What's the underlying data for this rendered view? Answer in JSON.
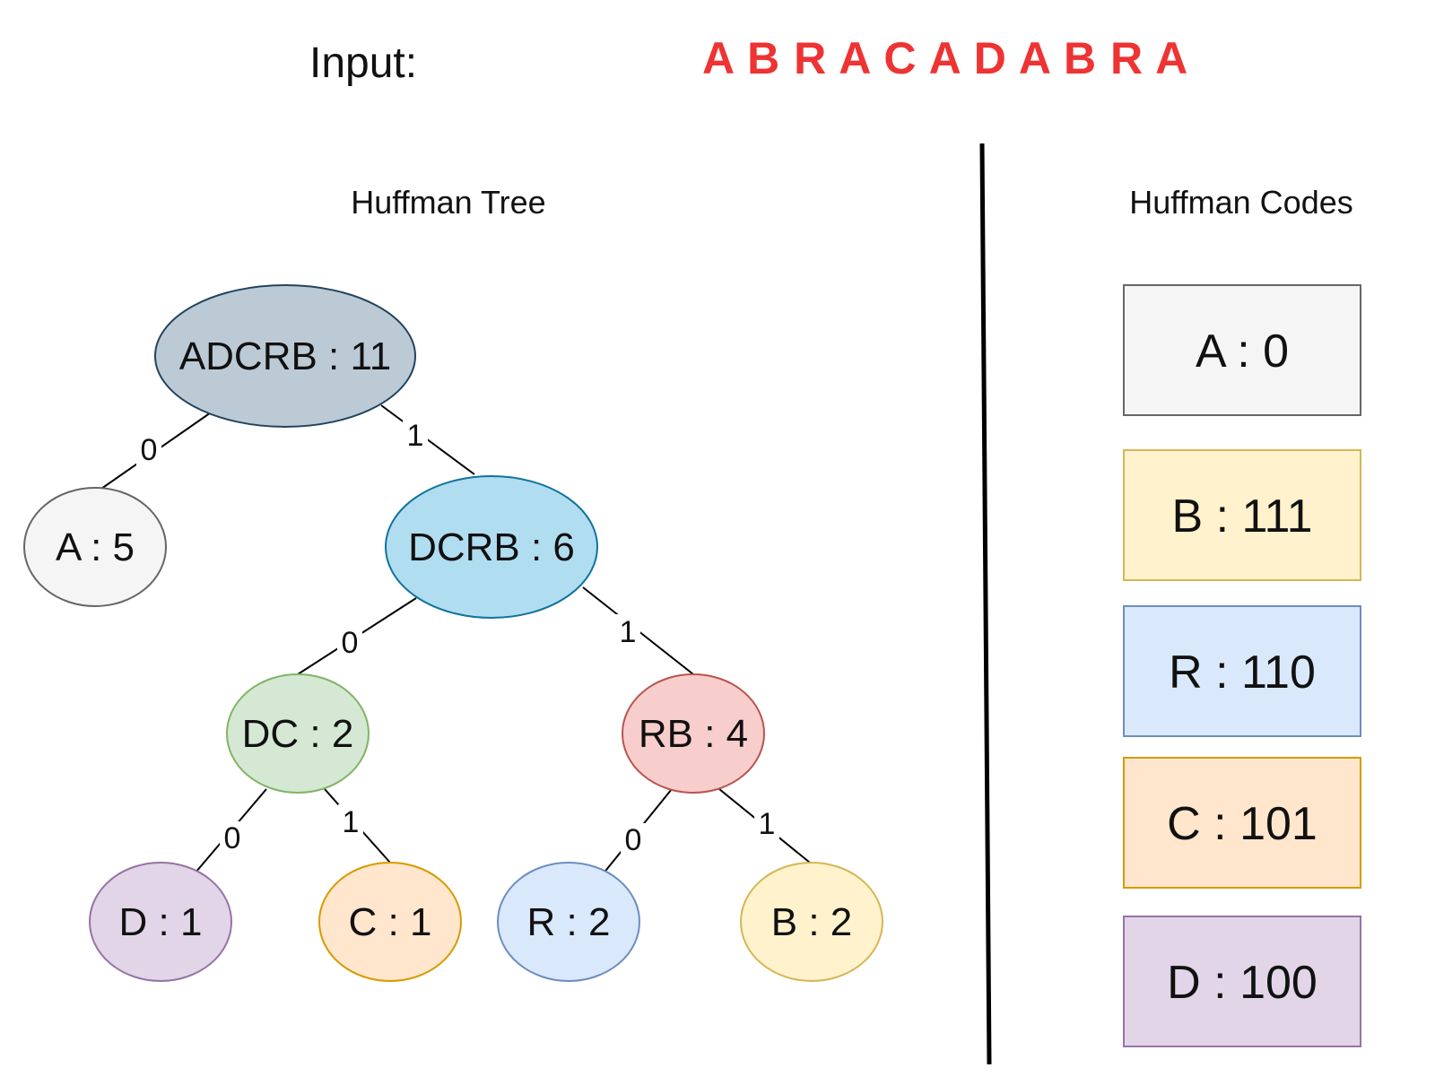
{
  "header": {
    "input_label": "Input:",
    "input_text": "A B R A C A D A B R A"
  },
  "tree": {
    "title": "Huffman Tree",
    "nodes": {
      "root": {
        "label": "ADCRB : 11",
        "fill": "#bccad6",
        "stroke": "#23445d"
      },
      "a": {
        "label": "A : 5",
        "fill": "#f5f5f5",
        "stroke": "#666666"
      },
      "dcrb": {
        "label": "DCRB : 6",
        "fill": "#b1ddf0",
        "stroke": "#10739e"
      },
      "dc": {
        "label": "DC : 2",
        "fill": "#d5e8d4",
        "stroke": "#82b366"
      },
      "rb": {
        "label": "RB : 4",
        "fill": "#f8cecc",
        "stroke": "#b85450"
      },
      "d": {
        "label": "D : 1",
        "fill": "#e1d5e7",
        "stroke": "#9673a6"
      },
      "c": {
        "label": "C : 1",
        "fill": "#ffe6cc",
        "stroke": "#d79b00"
      },
      "r": {
        "label": "R : 2",
        "fill": "#dae8fc",
        "stroke": "#6c8ebf"
      },
      "b": {
        "label": "B : 2",
        "fill": "#fff2cc",
        "stroke": "#d6b656"
      }
    },
    "edges": {
      "root_a": "0",
      "root_dcrb": "1",
      "dcrb_dc": "0",
      "dcrb_rb": "1",
      "dc_d": "0",
      "dc_c": "1",
      "rb_r": "0",
      "rb_b": "1"
    }
  },
  "codes": {
    "title": "Huffman Codes",
    "items": [
      {
        "label": "A : 0",
        "fill": "#f5f5f5",
        "stroke": "#666666"
      },
      {
        "label": "B : 111",
        "fill": "#fff2cc",
        "stroke": "#d6b656"
      },
      {
        "label": "R : 110",
        "fill": "#dae8fc",
        "stroke": "#6c8ebf"
      },
      {
        "label": "C : 101",
        "fill": "#ffe6cc",
        "stroke": "#d79b00"
      },
      {
        "label": "D : 100",
        "fill": "#e1d5e7",
        "stroke": "#9673a6"
      }
    ]
  }
}
